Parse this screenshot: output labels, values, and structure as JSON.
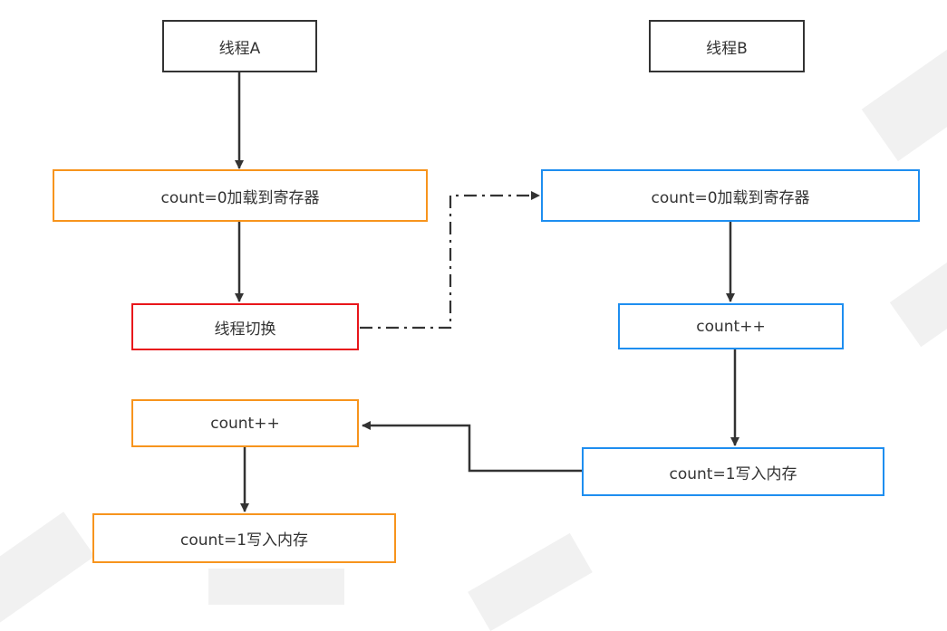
{
  "colors": {
    "thread_header_border": "#333333",
    "thread_a_step_border": "#f7941d",
    "thread_switch_border": "#e8161b",
    "thread_b_step_border": "#1e8ef0",
    "edge": "#333333",
    "text": "#333333"
  },
  "nodes": {
    "thread_a": {
      "label": "线程A"
    },
    "thread_b": {
      "label": "线程B"
    },
    "a_load": {
      "label": "count=0加载到寄存器"
    },
    "a_switch": {
      "label": "线程切换"
    },
    "a_increment": {
      "label": "count++"
    },
    "a_write": {
      "label": "count=1写入内存"
    },
    "b_load": {
      "label": "count=0加载到寄存器"
    },
    "b_increment": {
      "label": "count++"
    },
    "b_write": {
      "label": "count=1写入内存"
    }
  },
  "edges": [
    {
      "from": "thread_a",
      "to": "a_load",
      "style": "solid"
    },
    {
      "from": "a_load",
      "to": "a_switch",
      "style": "solid"
    },
    {
      "from": "a_switch",
      "to": "b_load",
      "style": "dash-dot"
    },
    {
      "from": "b_load",
      "to": "b_increment",
      "style": "solid"
    },
    {
      "from": "b_increment",
      "to": "b_write",
      "style": "solid"
    },
    {
      "from": "b_write",
      "to": "a_increment",
      "style": "solid"
    },
    {
      "from": "a_increment",
      "to": "a_write",
      "style": "solid"
    }
  ]
}
